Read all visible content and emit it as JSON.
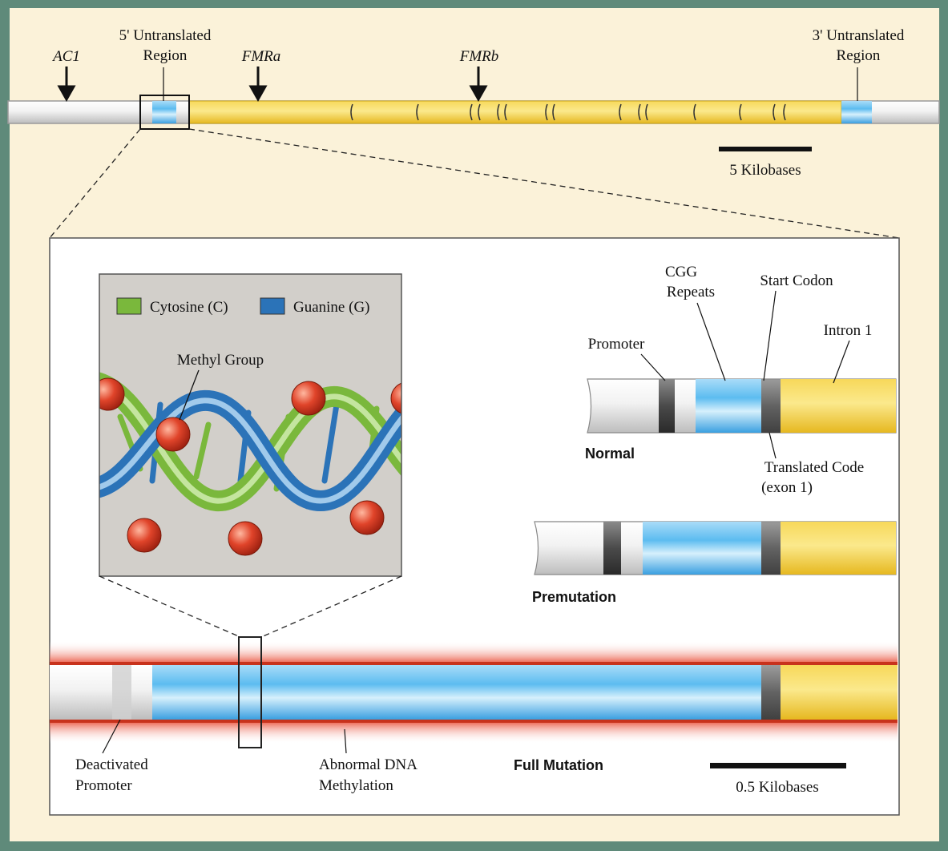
{
  "colors": {
    "frame": "#5f8a7a",
    "background": "#fbf2d9",
    "panel": "#ffffff",
    "cgg_blue": "#3aa8e8",
    "exon_yellow": "#f4cf3e",
    "promoter_gray": "#555555",
    "methylation_red": "#e8432c",
    "cytosine_green": "#7ab83c",
    "guanine_blue": "#2b73b8",
    "methyl_sphere": "#e0442a"
  },
  "top": {
    "labels": {
      "ac1": "AC1",
      "five_utr": [
        "5' Untranslated",
        "Region"
      ],
      "fmra": "FMRa",
      "fmrb": "FMRb",
      "three_utr": [
        "3' Untranslated",
        "Region"
      ]
    },
    "scale_label": "5 Kilobases"
  },
  "inset": {
    "legend": {
      "cytosine": "Cytosine (C)",
      "guanine": "Guanine (G)"
    },
    "methyl_label": "Methyl Group"
  },
  "normal": {
    "title": "Normal",
    "labels": {
      "cgg": [
        "CGG",
        "Repeats"
      ],
      "start_codon": "Start Codon",
      "promoter": "Promoter",
      "intron": "Intron 1",
      "translated": [
        "Translated Code",
        "(exon 1)"
      ]
    }
  },
  "premutation": {
    "title": "Premutation"
  },
  "full_mutation": {
    "title": "Full Mutation",
    "labels": {
      "deactivated": [
        "Deactivated",
        "Promoter"
      ],
      "abnormal": [
        "Abnormal DNA",
        "Methylation"
      ]
    },
    "scale_label": "0.5 Kilobases"
  }
}
